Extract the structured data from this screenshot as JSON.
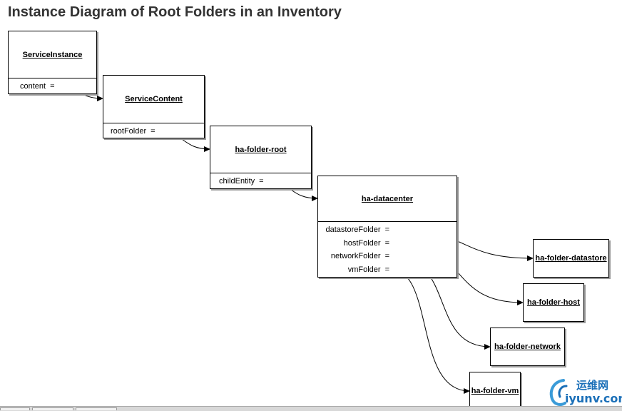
{
  "title": "Instance Diagram of Root Folders in an Inventory",
  "nodes": {
    "service_instance": {
      "name": "ServiceInstance",
      "props": [
        "content"
      ]
    },
    "service_content": {
      "name": "ServiceContent",
      "props": [
        "rootFolder"
      ]
    },
    "ha_folder_root": {
      "name": "ha-folder-root",
      "props": [
        "childEntity"
      ]
    },
    "ha_datacenter": {
      "name": "ha-datacenter",
      "props": [
        "datastoreFolder",
        "hostFolder",
        "networkFolder",
        "vmFolder"
      ]
    },
    "ha_folder_datastore": {
      "name": "ha-folder-datastore"
    },
    "ha_folder_host": {
      "name": "ha-folder-host"
    },
    "ha_folder_network": {
      "name": "ha-folder-network"
    },
    "ha_folder_vm": {
      "name": "ha-folder-vm"
    }
  },
  "equals": "=",
  "edges": [
    {
      "from": "service_instance.content",
      "to": "service_content"
    },
    {
      "from": "service_content.rootFolder",
      "to": "ha_folder_root"
    },
    {
      "from": "ha_folder_root.childEntity",
      "to": "ha_datacenter"
    },
    {
      "from": "ha_datacenter.datastoreFolder",
      "to": "ha_folder_datastore"
    },
    {
      "from": "ha_datacenter.hostFolder",
      "to": "ha_folder_host"
    },
    {
      "from": "ha_datacenter.networkFolder",
      "to": "ha_folder_network"
    },
    {
      "from": "ha_datacenter.vmFolder",
      "to": "ha_folder_vm"
    }
  ],
  "watermark": {
    "cn": "运维网",
    "en": "iyunv.com"
  },
  "colors": {
    "border": "#000000",
    "title": "#333333",
    "logo": "#1a6fb8"
  }
}
